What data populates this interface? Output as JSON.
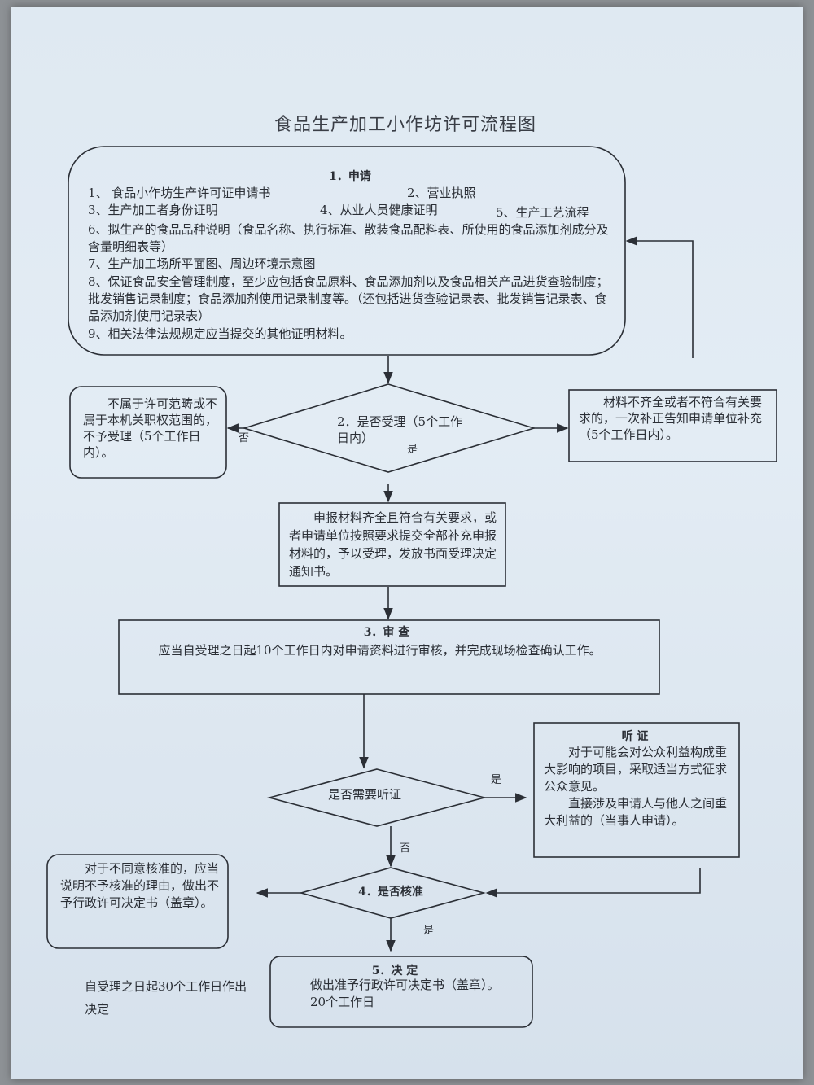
{
  "title": "食品生产加工小作坊许可流程图",
  "step1": {
    "heading": "1．申请",
    "items": [
      "1、 食品小作坊生产许可证申请书",
      "2、营业执照",
      "3、生产加工者身份证明",
      "4、从业人员健康证明",
      "5、生产工艺流程",
      "6、拟生产的食品品种说明（食品名称、执行标准、散装食品配料表、所使用的食品添加剂成分及含量明细表等）",
      "7、生产加工场所平面图、周边环境示意图",
      "8、保证食品安全管理制度，至少应包括食品原料、食品添加剂以及食品相关产品进货查验制度；批发销售记录制度；食品添加剂使用记录制度等。（还包括进货查验记录表、批发销售记录表、食品添加剂使用记录表）",
      "9、相关法律法规规定应当提交的其他证明材料。"
    ]
  },
  "step2": {
    "decision": "2．是否受理（5个工作日内）",
    "no_label": "否",
    "yes_label": "是",
    "reject_text": "不属于许可范畴或不属于本机关职权范围的，不予受理（5个工作日内）。",
    "supplement_text": "材料不齐全或者不符合有关要求的，一次补正告知申请单位补充（5个工作日内）。"
  },
  "accept_text": "申报材料齐全且符合有关要求，或者申请单位按照要求提交全部补充申报材料的，予以受理，发放书面受理决定通知书。",
  "step3": {
    "heading": "3．审 查",
    "text": "应当自受理之日起10个工作日内对申请资料进行审核，并完成现场检查确认工作。"
  },
  "hearing": {
    "decision": "是否需要听证",
    "yes_label": "是",
    "no_label": "否",
    "box_heading": "听 证",
    "box_text_1": "对于可能会对公众利益构成重大影响的项目，采取适当方式征求公众意见。",
    "box_text_2": "直接涉及申请人与他人之间重大利益的（当事人申请）。"
  },
  "step4": {
    "decision": "4．是否核准",
    "yes_label": "是",
    "reject_text": "对于不同意核准的，应当说明不予核准的理由，做出不予行政许可决定书（盖章）。"
  },
  "step5": {
    "heading": "5．决 定",
    "line1": "做出准予行政许可决定书（盖章）。",
    "line2": "20个工作日"
  },
  "note": "自受理之日起30个工作日作出决定"
}
